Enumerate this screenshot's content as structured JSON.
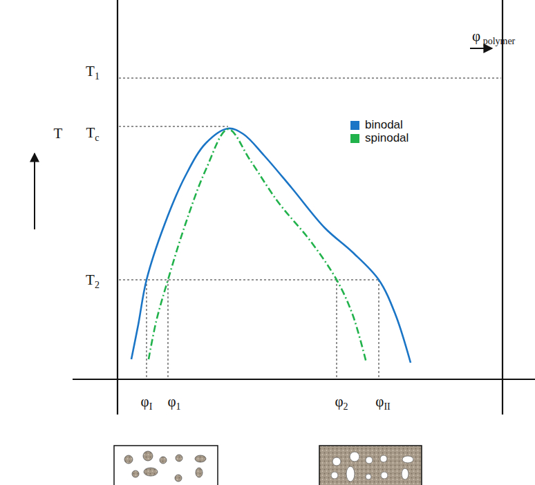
{
  "diagram": {
    "labels": [
      "φ polymer",
      "T1",
      "Tc",
      "T",
      "T2",
      "φI",
      "φ1",
      "φ2",
      "φII"
    ],
    "legend": [
      {
        "text": "binodal",
        "color": "#1b75c6"
      },
      {
        "text": "spinodal",
        "color": "#22b24c"
      }
    ]
  }
}
